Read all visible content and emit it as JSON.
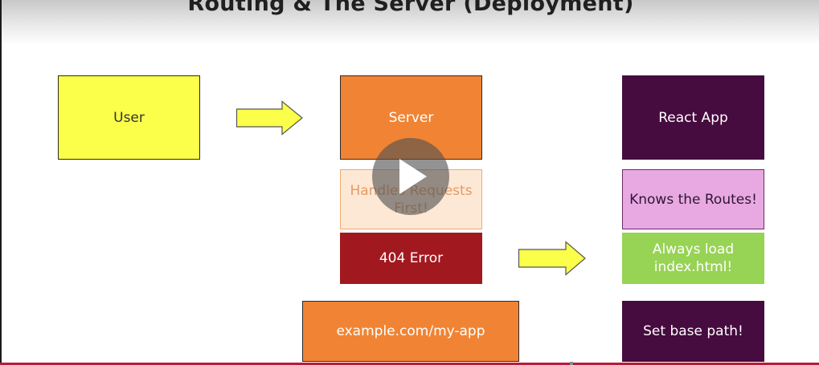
{
  "slide": {
    "title": "Routing & The Server (Deployment)"
  },
  "boxes": {
    "user": "User",
    "server": "Server",
    "react_app": "React App",
    "handles_requests": "Handles Requests First!",
    "knows_routes": "Knows the Routes!",
    "error_404": "404 Error",
    "always_load": "Always load index.html!",
    "example_url": "example.com/my-app",
    "base_path": "Set base path!"
  },
  "colors": {
    "user": "#fbff4a",
    "server": "#f08434",
    "react_app": "#460b3f",
    "handles_requests": "#fde8d6",
    "knows_routes": "#e8a9e3",
    "error_404": "#a1191f",
    "always_load": "#97d354",
    "arrow": "#fbff4a",
    "progress": "#b71c3a"
  },
  "video": {
    "play_icon": "play-icon",
    "progress_fraction": 1.0
  }
}
